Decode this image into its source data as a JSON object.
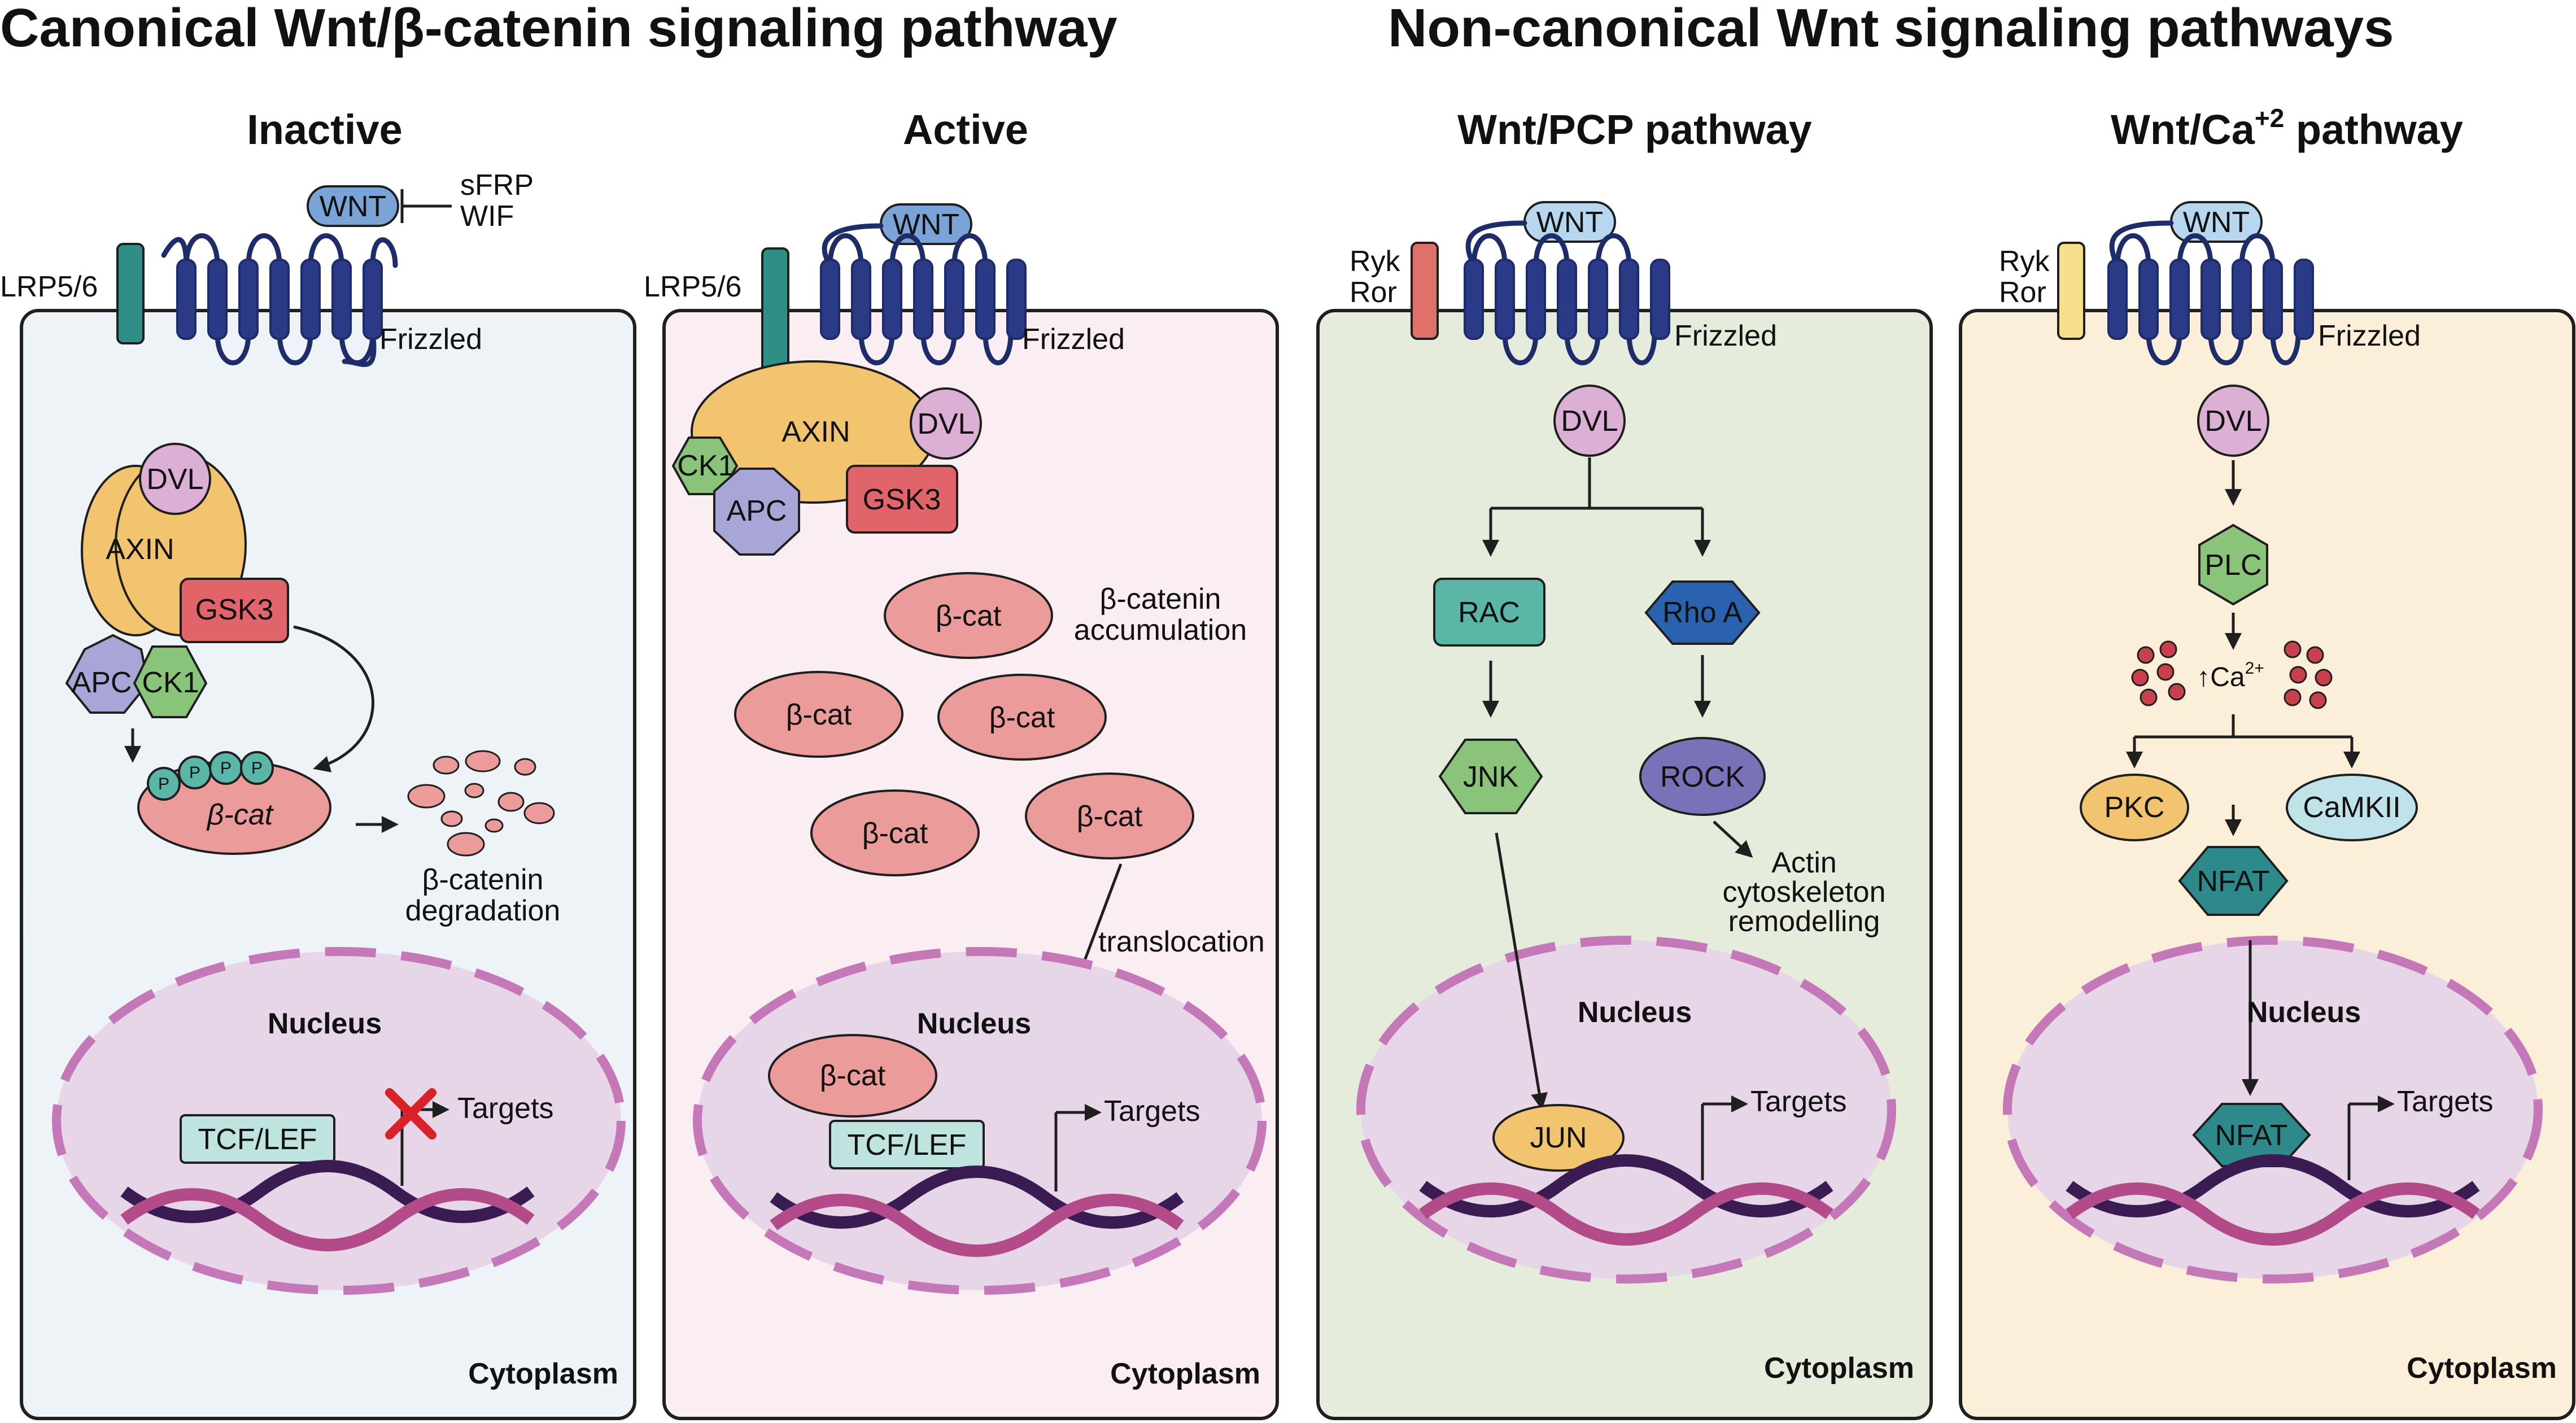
{
  "titles": {
    "canonical": "Canonical Wnt/β-catenin signaling pathway",
    "noncanonical": "Non-canonical Wnt signaling pathways"
  },
  "panels": {
    "inactive": {
      "title": "Inactive",
      "wnt": "WNT",
      "inhibitor1": "sFRP",
      "inhibitor2": "WIF",
      "coreceptor": "LRP5/6",
      "receptor": "Frizzled",
      "dvl": "DVL",
      "axin": "AXIN",
      "gsk3": "GSK3",
      "apc": "APC",
      "ck1": "CK1",
      "phospho": "P",
      "bcat": "β-cat",
      "degradation1": "β-catenin",
      "degradation2": "degradation",
      "nucleus": "Nucleus",
      "tcf": "TCF/LEF",
      "targets": "Targets",
      "cytoplasm": "Cytoplasm"
    },
    "active": {
      "title": "Active",
      "wnt": "WNT",
      "coreceptor": "LRP5/6",
      "receptor": "Frizzled",
      "axin": "AXIN",
      "dvl": "DVL",
      "ck1": "CK1",
      "apc": "APC",
      "gsk3": "GSK3",
      "bcat": "β-cat",
      "accum1": "β-catenin",
      "accum2": "accumulation",
      "translocation": "translocation",
      "nucleus": "Nucleus",
      "tcf": "TCF/LEF",
      "targets": "Targets",
      "cytoplasm": "Cytoplasm"
    },
    "pcp": {
      "title": "Wnt/PCP pathway",
      "wnt": "WNT",
      "coreceptor1": "Ryk",
      "coreceptor2": "Ror",
      "receptor": "Frizzled",
      "dvl": "DVL",
      "rac": "RAC",
      "rhoa": "Rho A",
      "jnk": "JNK",
      "rock": "ROCK",
      "actin1": "Actin",
      "actin2": "cytoskeleton",
      "actin3": "remodelling",
      "nucleus": "Nucleus",
      "jun": "JUN",
      "targets": "Targets",
      "cytoplasm": "Cytoplasm"
    },
    "ca": {
      "title_main": "Wnt/Ca",
      "title_sup": "+2",
      "title_end": " pathway",
      "wnt": "WNT",
      "coreceptor1": "Ryk",
      "coreceptor2": "Ror",
      "receptor": "Frizzled",
      "dvl": "DVL",
      "plc": "PLC",
      "ca_arrow": "↑Ca",
      "ca_sup": "2+",
      "pkc": "PKC",
      "camkii": "CaMKII",
      "nfat": "NFAT",
      "nucleus": "Nucleus",
      "nfat_nuc": "NFAT",
      "targets": "Targets",
      "cytoplasm": "Cytoplasm"
    }
  },
  "colors": {
    "cell_inactive": "#edf3f6",
    "cell_active": "#faeef2",
    "cell_pcp": "#e6ecdc",
    "cell_ca": "#fcefd9",
    "nucleus_fill": "#e7d6e8",
    "nucleus_border": "#c478b8",
    "receptor": "#2a3a86",
    "lrp": "#2f8f86",
    "ryk_pcp": "#e0706a",
    "ryk_ca": "#f6e08c",
    "wnt_dark": "#7aa3d8",
    "wnt_light": "#b7d7ef",
    "dvl": "#dcb0d4",
    "axin": "#f3c46f",
    "gsk3": "#e0646a",
    "apc": "#a7a6d6",
    "ck1": "#8ac47a",
    "bcat": "#ec9b9b",
    "phospho": "#5ab7a8",
    "tcf": "#bfe3df",
    "rac": "#5ab7a8",
    "rhoa": "#2b62b0",
    "jnk": "#8ac47a",
    "rock": "#7a72b8",
    "jun": "#f3c46f",
    "plc": "#8ac47a",
    "pkc": "#f3c46f",
    "camkii": "#bfe3e8",
    "nfat": "#2e8a8a",
    "dna_dark": "#3b1c52",
    "dna_light": "#b34a8a",
    "ca_dot": "#c8404c",
    "inhibit_x": "#d9212a"
  }
}
